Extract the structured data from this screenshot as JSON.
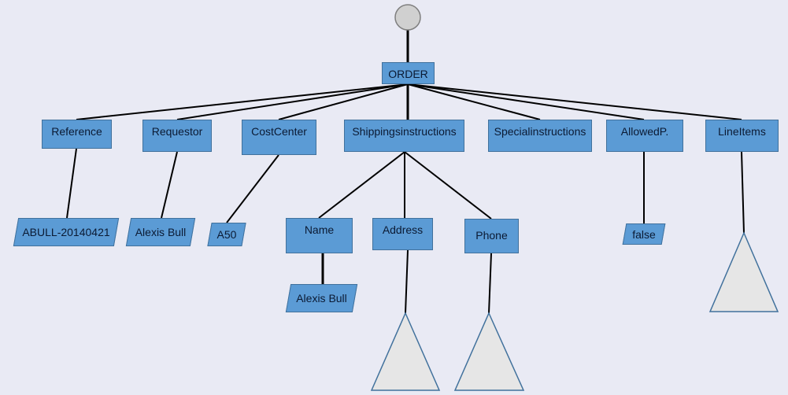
{
  "root": {
    "label": "ORDER"
  },
  "children": [
    {
      "key": "reference",
      "label": "Reference",
      "value": "ABULL-20140421"
    },
    {
      "key": "requestor",
      "label": "Requestor",
      "value": "Alexis Bull"
    },
    {
      "key": "cost_center",
      "label": "CostCenter",
      "value": "A50"
    },
    {
      "key": "shipping_instructions",
      "label": "Shippingsinstructions"
    },
    {
      "key": "special_instructions",
      "label": "Specialinstructions"
    },
    {
      "key": "allowed_p",
      "label": "AllowedP.",
      "value": "false"
    },
    {
      "key": "line_items",
      "label": "LineItems"
    }
  ],
  "shipping_children": [
    {
      "key": "name",
      "label": "Name",
      "value": "Alexis Bull"
    },
    {
      "key": "address",
      "label": "Address"
    },
    {
      "key": "phone",
      "label": "Phone"
    }
  ],
  "colors": {
    "background": "#e9eaf4",
    "node_fill": "#5b9bd5",
    "node_border": "#41719c",
    "root_circle": "#d0d0d0",
    "triangle_fill": "#e6e6e6",
    "line": "#000000"
  }
}
